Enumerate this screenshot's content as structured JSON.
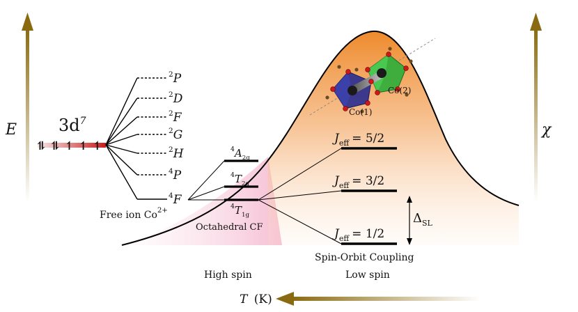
{
  "axes": {
    "energy_label": "E",
    "susceptibility_label": "χ",
    "temperature_label": "T",
    "temperature_unit": "(K)",
    "arrow_color": "#8a6a10"
  },
  "free_ion": {
    "config_base": "3d",
    "config_exp": "7",
    "spins": "⥮ ⥮ ↿ ↿ ↿",
    "caption": "Free ion Co",
    "charge": "2+",
    "terms": [
      {
        "mult": "2",
        "L": "P"
      },
      {
        "mult": "2",
        "L": "D"
      },
      {
        "mult": "2",
        "L": "F"
      },
      {
        "mult": "2",
        "L": "G"
      },
      {
        "mult": "2",
        "L": "H"
      },
      {
        "mult": "4",
        "L": "P"
      },
      {
        "mult": "4",
        "L": "F"
      }
    ]
  },
  "crystal_field": {
    "caption": "Octahedral CF",
    "levels": [
      {
        "mult": "4",
        "sym": "A",
        "sub": "2g"
      },
      {
        "mult": "4",
        "sym": "T",
        "sub": "2g"
      },
      {
        "mult": "4",
        "sym": "T",
        "sub": "1g"
      }
    ]
  },
  "spin_orbit": {
    "caption": "Spin-Orbit Coupling",
    "j_sub": "eff",
    "levels": [
      "5/2",
      "3/2",
      "1/2"
    ],
    "gap_label": "Δ",
    "gap_sub": "SL"
  },
  "structure": {
    "site1": "Co(1)",
    "site2": "Co(2)",
    "color_site1": "#2b2f8f",
    "color_site2": "#2fae3a"
  },
  "regions": {
    "high_spin": "High spin",
    "low_spin": "Low spin",
    "peak_color": "#f0923a",
    "highspin_color": "#f6c3d6"
  }
}
